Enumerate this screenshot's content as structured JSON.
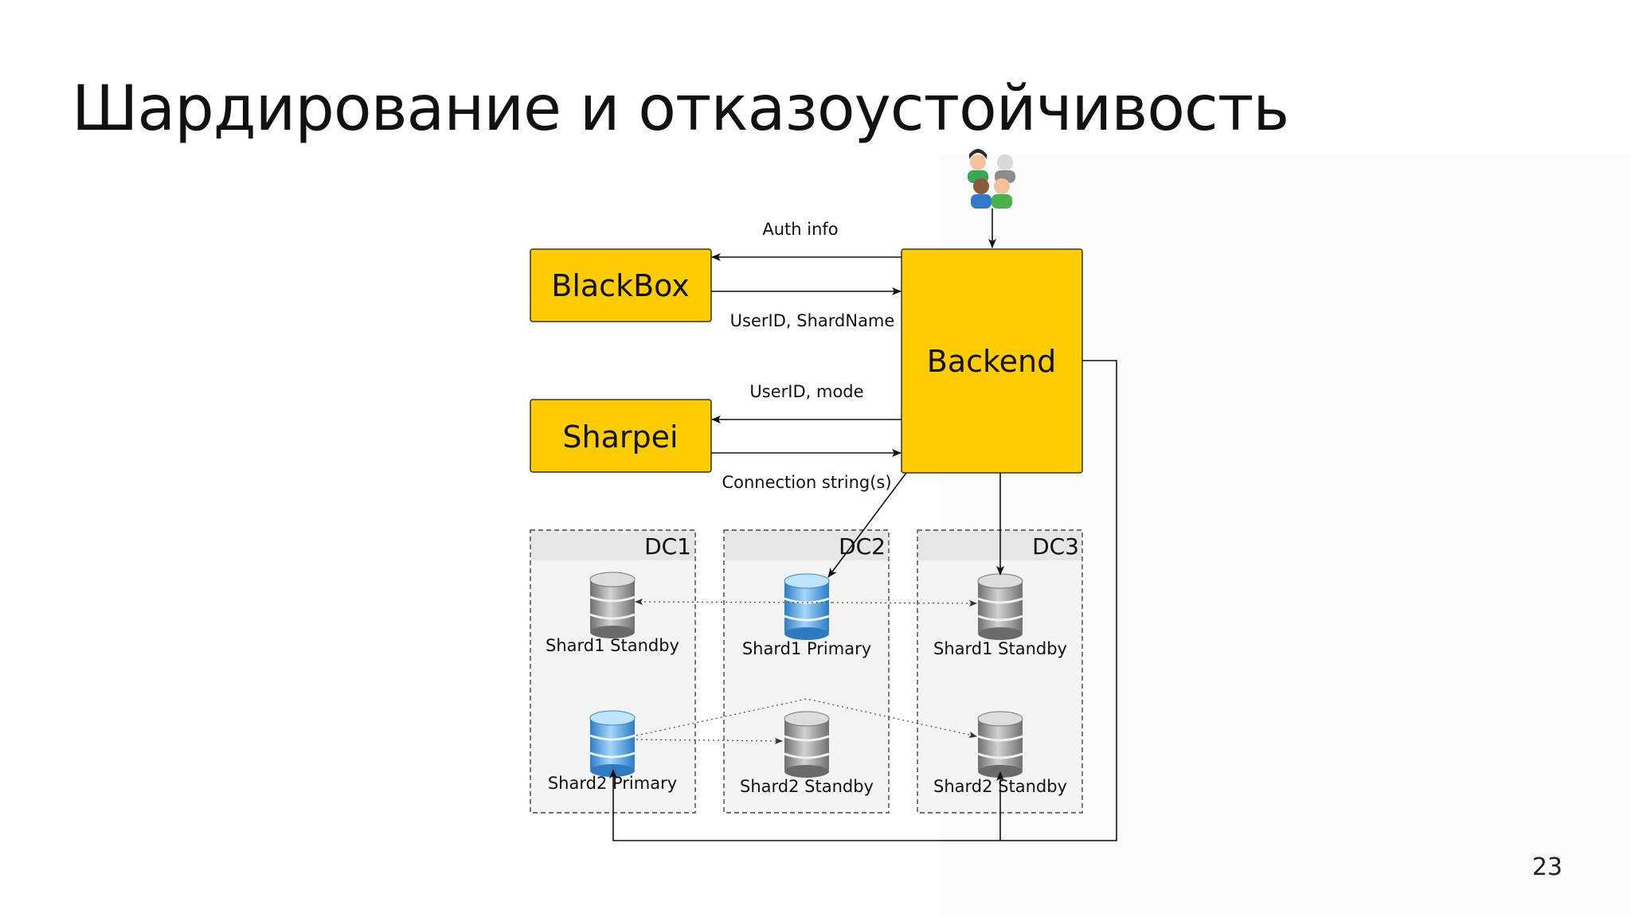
{
  "slide": {
    "title": "Шардирование и отказоустойчивость",
    "page_number": "23"
  },
  "diagram": {
    "nodes": {
      "blackbox": "BlackBox",
      "sharpei": "Sharpei",
      "backend": "Backend"
    },
    "edge_labels": {
      "auth_info": "Auth info",
      "userid_shardname": "UserID, ShardName",
      "userid_mode": "UserID, mode",
      "connection_strings": "Connection string(s)"
    },
    "datacenters": [
      {
        "name": "DC1",
        "dbs": [
          "Shard1 Standby",
          "Shard2 Primary"
        ]
      },
      {
        "name": "DC2",
        "dbs": [
          "Shard1 Primary",
          "Shard2 Standby"
        ]
      },
      {
        "name": "DC3",
        "dbs": [
          "Shard1 Standby",
          "Shard2 Standby"
        ]
      }
    ],
    "colors": {
      "box_fill": "#ffcc00",
      "box_stroke": "#333333",
      "primary_db": "#4aa3e8",
      "standby_db": "#8e8e8e",
      "dc_header": "#e6e6e6",
      "dc_fill": "#f4f4f4"
    },
    "icons": {
      "users": "users-group-icon"
    }
  }
}
